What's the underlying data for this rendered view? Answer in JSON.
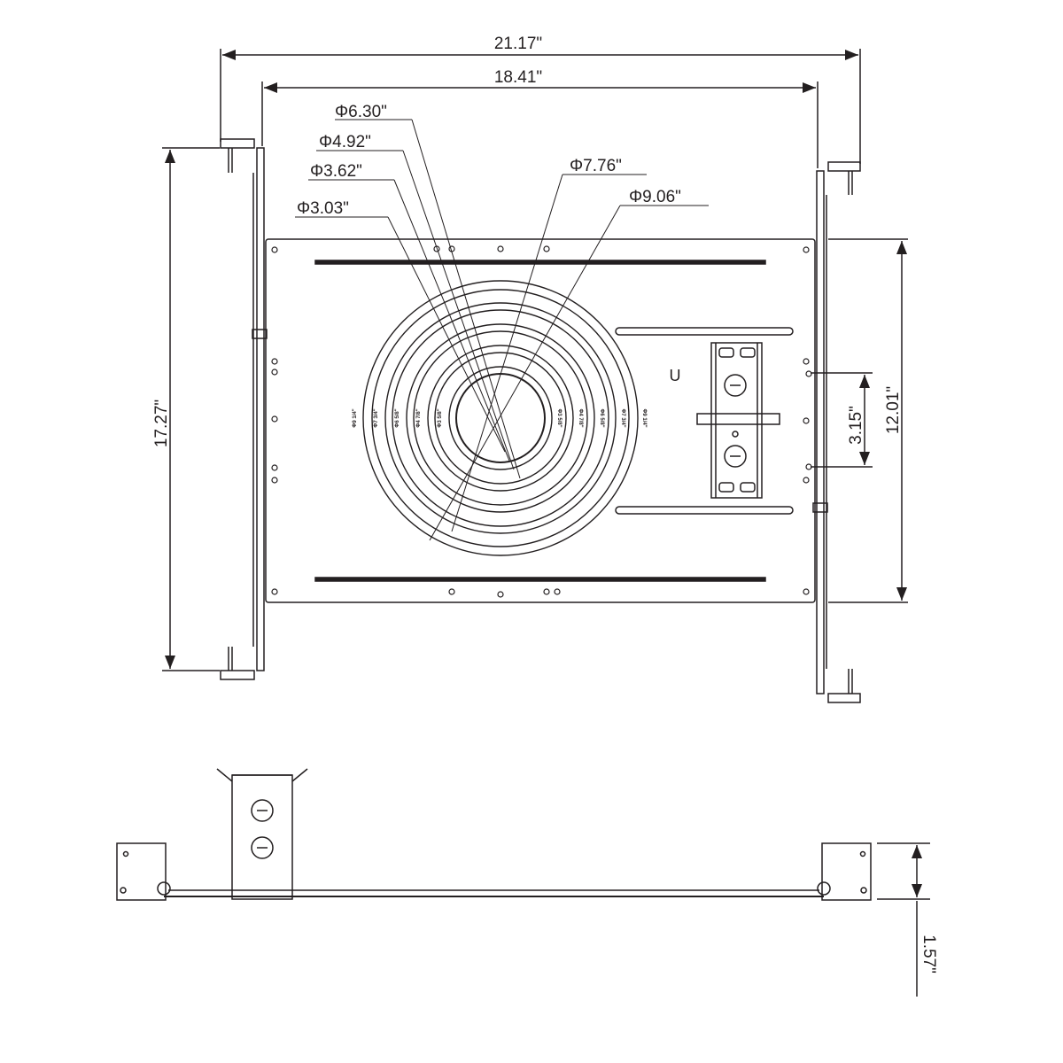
{
  "dimensions": {
    "overall_width": "21.17\"",
    "plate_width": "18.41\"",
    "overall_height": "17.27\"",
    "plate_height": "12.01\"",
    "box_spacing": "3.15\"",
    "depth": "1.57\""
  },
  "diameters": {
    "d1": "Φ6.30\"",
    "d2": "Φ4.92\"",
    "d3": "Φ3.62\"",
    "d4": "Φ3.03\"",
    "d5": "Φ7.76\"",
    "d6": "Φ9.06\""
  },
  "ring_labels": {
    "left": [
      "Φ9 1/4\"",
      "Φ7 3/4\"",
      "Φ6 5/8\"",
      "Φ4 7/8\"",
      "Φ3 5/8\""
    ],
    "right": [
      "Φ3 5/8\"",
      "Φ4 7/8\"",
      "Φ6 5/8\"",
      "Φ7 3/4\"",
      "Φ9 1/4\""
    ]
  },
  "colors": {
    "ink": "#231f20"
  }
}
